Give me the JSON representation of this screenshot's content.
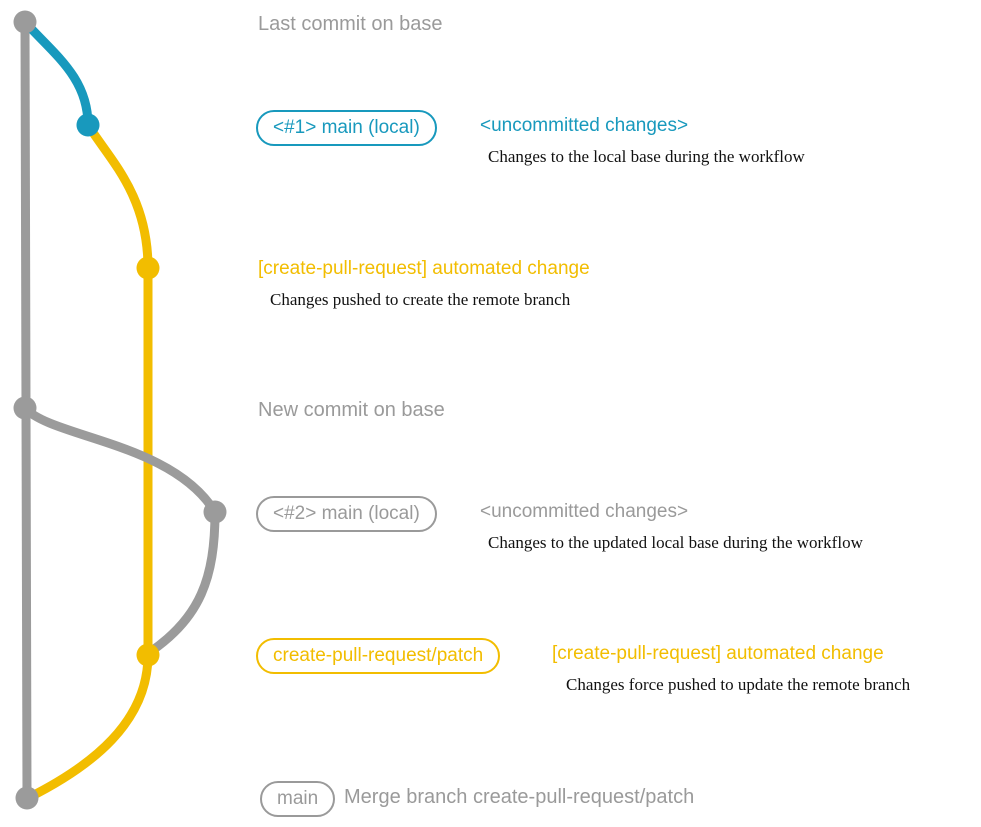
{
  "colors": {
    "teal": "#1899bd",
    "yellow": "#f2bd00",
    "gray": "#9b9b9b",
    "description_text": "#111111",
    "background": "#ffffff"
  },
  "graph": {
    "branches": [
      {
        "name": "base-branch",
        "color": "gray"
      },
      {
        "name": "local-main-change",
        "color": "teal"
      },
      {
        "name": "create-pull-request-patch-branch",
        "color": "yellow"
      },
      {
        "name": "updated-local-main-change",
        "color": "gray"
      }
    ],
    "commits": [
      {
        "name": "last-commit-on-base",
        "color": "gray"
      },
      {
        "name": "uncommitted-local-change-1",
        "color": "teal"
      },
      {
        "name": "automated-change-1",
        "color": "yellow"
      },
      {
        "name": "new-commit-on-base",
        "color": "gray"
      },
      {
        "name": "uncommitted-local-change-2",
        "color": "gray"
      },
      {
        "name": "automated-change-2",
        "color": "yellow"
      },
      {
        "name": "merge-commit",
        "color": "gray"
      }
    ]
  },
  "section_labels": {
    "last_commit_on_base": "Last commit on base",
    "new_commit_on_base": "New commit on base"
  },
  "rows": [
    {
      "badge": "<#1> main (local)",
      "heading": "<uncommitted changes>",
      "description": "Changes to the local base during the workflow"
    },
    {
      "heading": "[create-pull-request] automated change",
      "description": "Changes pushed to create the remote branch"
    },
    {
      "badge": "<#2> main (local)",
      "heading": "<uncommitted changes>",
      "description": "Changes to the updated local base during the workflow"
    },
    {
      "badge": "create-pull-request/patch",
      "heading": "[create-pull-request] automated change",
      "description": "Changes force pushed to update the remote branch"
    },
    {
      "badge": "main",
      "heading": "Merge branch create-pull-request/patch"
    }
  ]
}
